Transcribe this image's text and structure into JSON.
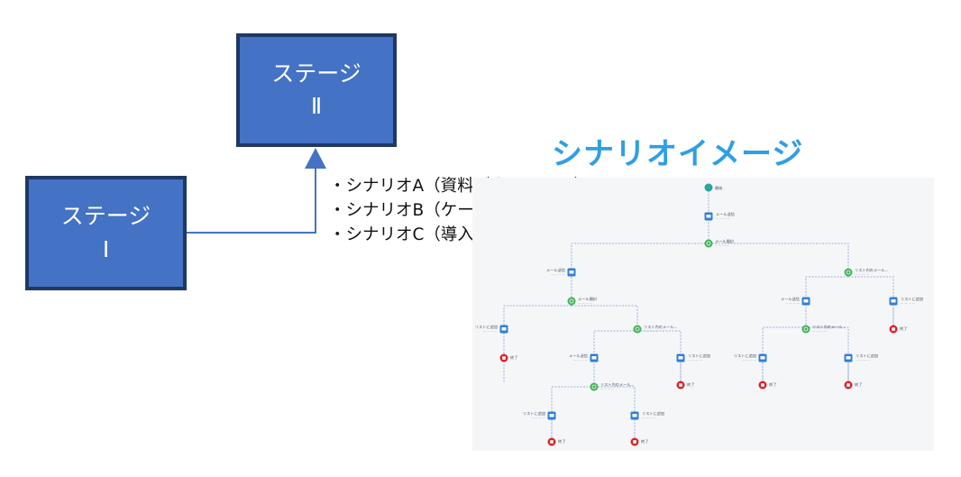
{
  "stage2": {
    "line1": "ステージ",
    "line2": "Ⅱ"
  },
  "stage1": {
    "line1": "ステージ",
    "line2": "Ⅰ"
  },
  "scenarios": [
    "・シナリオA（資料ダウンロード）",
    "・シナリオB（ケーススタディ）",
    "・シナリオC（導入事例）"
  ],
  "image_title": "シナリオイメージ",
  "flow": {
    "start": "開始",
    "email_send": "メール送信",
    "email_open": "メール開封",
    "list_condition": "リスト内のメール...",
    "list_add": "リストに追加",
    "end": "終了",
    "colors": {
      "send": "#2f7fd8",
      "branch": "#41b35a",
      "end": "#d9232b",
      "start": "#2aa69a",
      "line": "#9db3d6"
    }
  }
}
